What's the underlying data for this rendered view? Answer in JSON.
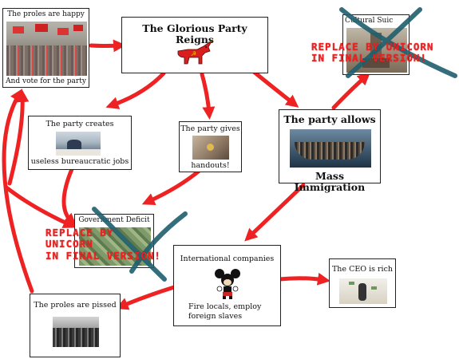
{
  "nodes": {
    "proles_happy": {
      "top": "The proles are happy",
      "bottom": "And vote for the party"
    },
    "party_reigns": {
      "title": "The Glorious Party Reigns"
    },
    "cultural_suicide": {
      "title": "Cultural Suic"
    },
    "bureaucratic_jobs": {
      "top": "The party creates",
      "bottom": "useless bureaucratic jobs"
    },
    "handouts": {
      "top": "The party gives",
      "bottom": "handouts!"
    },
    "mass_immigration": {
      "top": "The party allows",
      "bottom": "Mass Immigration"
    },
    "government_deficit": {
      "title": "Government Deficit"
    },
    "international_companies": {
      "top": "International companies",
      "bottom_line1": "Fire locals, employ",
      "bottom_line2": "foreign slaves"
    },
    "ceo_rich": {
      "title": "The CEO is rich"
    },
    "proles_pissed": {
      "title": "The proles are pissed"
    }
  },
  "annotations": {
    "replace_top": {
      "line1": "REPLACE BY UNICORN",
      "line2": "IN FINAL VERSION!"
    },
    "replace_left": {
      "line1": "REPLACE BY",
      "line2": "UNICORN",
      "line3": "IN FINAL VERSION!"
    }
  },
  "colors": {
    "arrow": "#ee2222",
    "cross": "#1f5f6e",
    "stamp": "#ee2222"
  }
}
